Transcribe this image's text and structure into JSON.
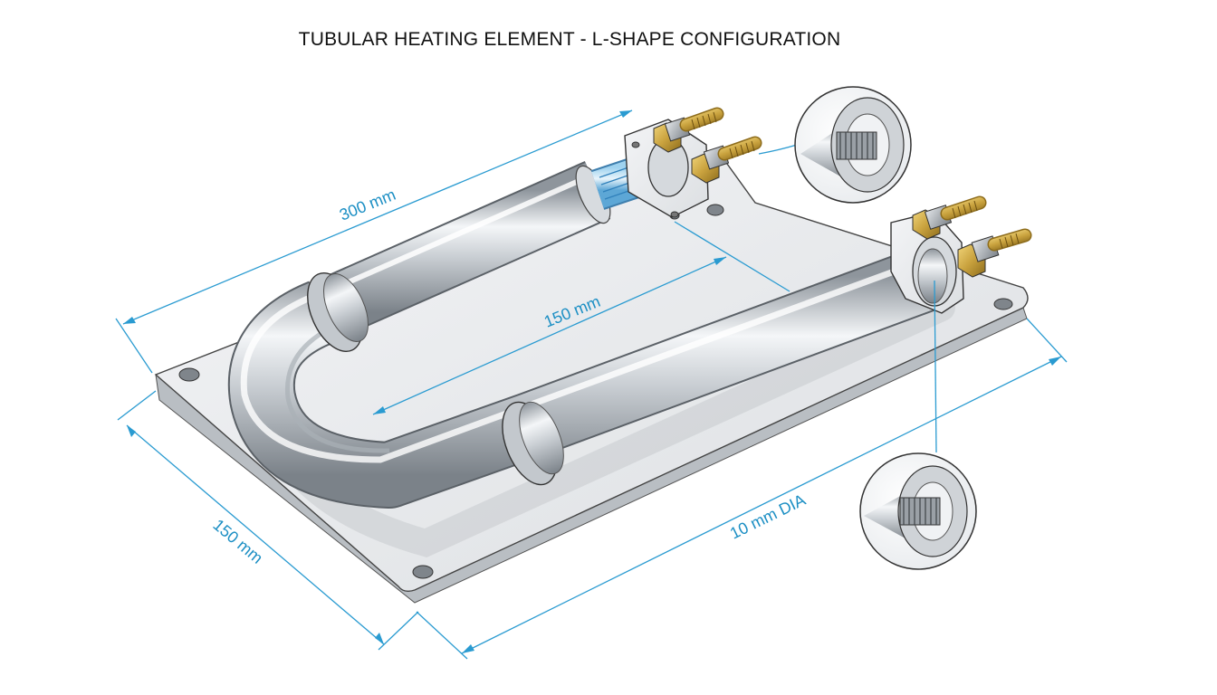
{
  "title": "TUBULAR HEATING ELEMENT - L-SHAPE CONFIGURATION",
  "dimensions": {
    "length": "300 mm",
    "inner_span": "150 mm",
    "plate_width": "150 mm",
    "tube_diameter": "10 mm DIA"
  },
  "colors": {
    "dimension": "#2a9bd1",
    "steel_light": "#f2f4f6",
    "steel_dark": "#8d949b",
    "brass": "#c9a23e"
  }
}
